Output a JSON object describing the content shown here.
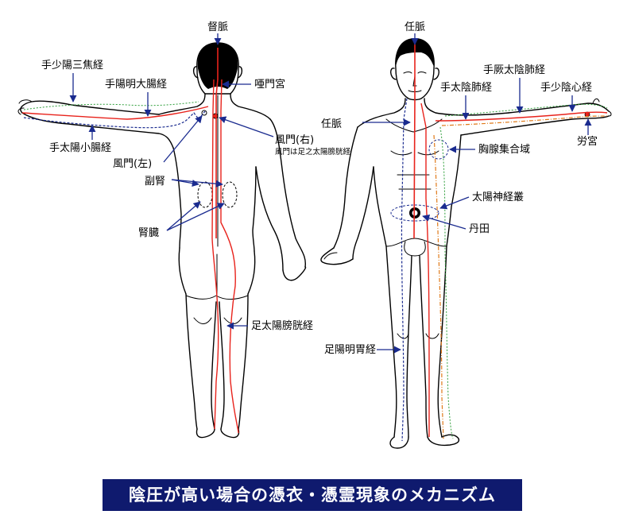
{
  "labels": {
    "du_mai": "督脈",
    "ren_mai_top": "任脈",
    "shou_shaoyang": "手少陽三焦経",
    "shou_yangming": "手陽明大腸経",
    "yamen": "唖門宮",
    "shou_taiyang_xiao": "手太陽小腸経",
    "fengmen_left": "風門(左)",
    "fengmen_right": "風門(右)",
    "fengmen_note": "風門は足之太陽膀胱経",
    "fu_shen": "副腎",
    "shen_zang": "腎臓",
    "zu_taiyang": "足太陽膀胱経",
    "shou_jueyin": "手厥太陰肺経",
    "shou_taiyin": "手太陰肺経",
    "shou_shaoyin": "手少陰心経",
    "ren_mai_side": "任脈",
    "laogong": "労宮",
    "xiongxian": "胸腺集合域",
    "taiyang_shenjing": "太陽神経叢",
    "dantian": "丹田",
    "zu_yangming": "足陽明胃経"
  },
  "caption": "陰圧が高い場合の憑衣・憑霊現象のメカニズム",
  "colors": {
    "meridian_red": "#e8231c",
    "meridian_blue": "#1a2b8f",
    "meridian_green": "#2e9e3a",
    "meridian_orange": "#e07a1a",
    "hair": "#000000",
    "caption_bg": "#0f1a6e"
  }
}
